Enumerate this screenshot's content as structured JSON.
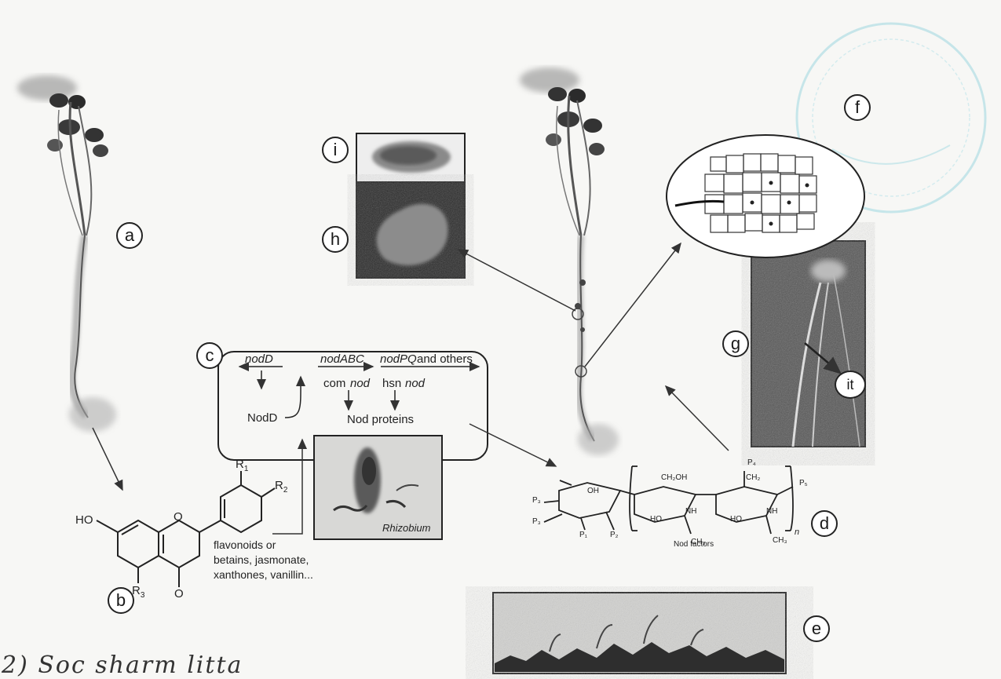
{
  "labels": {
    "a": "a",
    "b": "b",
    "c": "c",
    "d": "d",
    "e": "e",
    "f": "f",
    "g": "g",
    "h": "h",
    "i": "i",
    "it": "it"
  },
  "panel_c": {
    "gene_nodD": "nodD",
    "gene_nodABC": "nodABC",
    "gene_nodPQ": "nodPQ",
    "and_others": "and others",
    "com": "com",
    "hsn": "hsn",
    "nod_italic_1": "nod",
    "nod_italic_2": "nod",
    "protein_NodD": "NodD",
    "nod_proteins": "Nod proteins",
    "rhizobium": "Rhizobium"
  },
  "panel_b": {
    "HO": "HO",
    "O_ring": "O",
    "O_keto": "O",
    "R1": "R",
    "R1_sub": "1",
    "R2": "R",
    "R2_sub": "2",
    "R3": "R",
    "R3_sub": "3",
    "caption_line1": "flavonoids or",
    "caption_line2": "betains, jasmonate,",
    "caption_line3": "xanthones, vanillin..."
  },
  "panel_d": {
    "caption": "Nod factors",
    "n": "n",
    "ch2oh": "CH₂OH",
    "ho1": "HO",
    "ho2": "HO",
    "nh1": "NH",
    "nh2": "NH",
    "ch3_1": "CH₃",
    "ch3_2": "CH₃",
    "p1": "P₁",
    "p2": "P₂",
    "p3": "P₃",
    "p3b": "P₃",
    "p4": "P₄",
    "p5": "P₅",
    "ch2": "CH₂",
    "oh": "OH"
  },
  "handwriting": "2) Soc sharm litta"
}
